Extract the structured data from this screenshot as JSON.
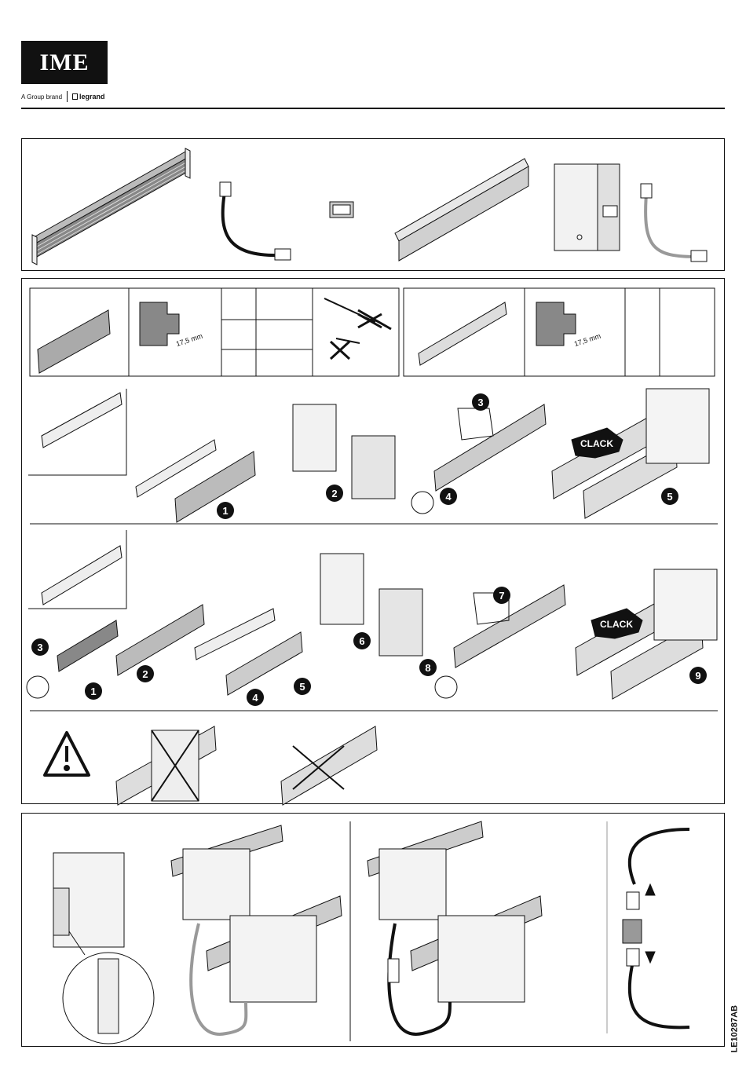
{
  "header": {
    "logo_text": "IME",
    "group_brand_text": "A Group brand",
    "partner_brand_text": "legrand"
  },
  "labels": {
    "dim_a": "17,5 mm",
    "dim_b": "17,5 mm",
    "clack_a": "CLACK",
    "clack_b": "CLACK"
  },
  "steps": {
    "top": [
      "1",
      "2",
      "3",
      "4",
      "5"
    ],
    "middle": [
      "3",
      "2",
      "1",
      "5",
      "4",
      "6",
      "7",
      "8",
      "9"
    ]
  },
  "footer": {
    "doc_code": "LE10287AB"
  },
  "colors": {
    "ink": "#111111",
    "grey": "#9a9a9a",
    "light": "#d8d8d8"
  }
}
